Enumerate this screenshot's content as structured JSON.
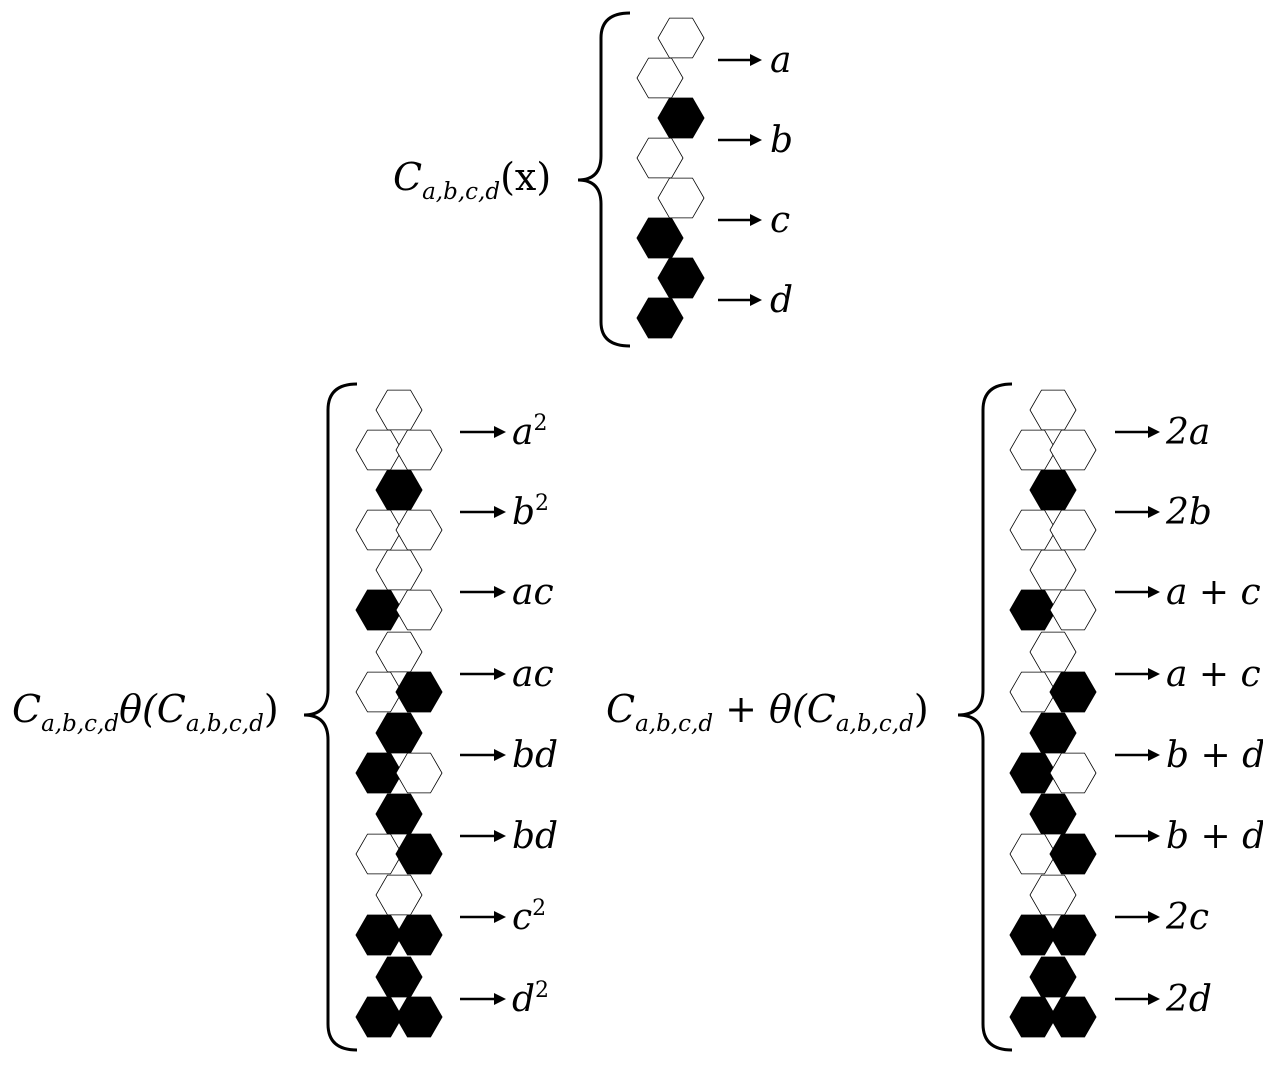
{
  "diagram": {
    "colors": {
      "filled": "#000000",
      "empty": "#ffffff",
      "stroke": "#000000"
    },
    "top_block": {
      "function_label": {
        "base": "C",
        "subscript": "a,b,c,d",
        "argument": "(x)"
      },
      "rows": [
        {
          "cells": [
            "empty",
            "empty"
          ],
          "result": "a"
        },
        {
          "cells": [
            "filled",
            "empty"
          ],
          "result": "b"
        },
        {
          "cells": [
            "empty",
            "filled"
          ],
          "result": "c"
        },
        {
          "cells": [
            "filled",
            "filled"
          ],
          "result": "d"
        }
      ]
    },
    "left_block": {
      "function_label": {
        "base": "C",
        "subscript": "a,b,c,d",
        "middle": "θ(C",
        "subscript2": "a,b,c,d",
        "tail": ")"
      },
      "rows": [
        {
          "cells": [
            "empty",
            "empty",
            "empty"
          ],
          "result": "a",
          "power": "2"
        },
        {
          "cells": [
            "filled",
            "empty",
            "empty"
          ],
          "result": "b",
          "power": "2"
        },
        {
          "cells": [
            "empty",
            "filled",
            "empty"
          ],
          "result": "ac",
          "power": ""
        },
        {
          "cells": [
            "empty",
            "empty",
            "filled"
          ],
          "result": "ac",
          "power": ""
        },
        {
          "cells": [
            "filled",
            "filled",
            "empty"
          ],
          "result": "bd",
          "power": ""
        },
        {
          "cells": [
            "filled",
            "empty",
            "filled"
          ],
          "result": "bd",
          "power": ""
        },
        {
          "cells": [
            "empty",
            "filled",
            "filled"
          ],
          "result": "c",
          "power": "2"
        },
        {
          "cells": [
            "filled",
            "filled",
            "filled"
          ],
          "result": "d",
          "power": "2"
        }
      ]
    },
    "right_block": {
      "function_label": {
        "base": "C",
        "subscript": "a,b,c,d",
        "middle": " + θ(C",
        "subscript2": "a,b,c,d",
        "tail": ")"
      },
      "rows": [
        {
          "cells": [
            "empty",
            "empty",
            "empty"
          ],
          "result": "2a"
        },
        {
          "cells": [
            "filled",
            "empty",
            "empty"
          ],
          "result": "2b"
        },
        {
          "cells": [
            "empty",
            "filled",
            "empty"
          ],
          "result": "a + c"
        },
        {
          "cells": [
            "empty",
            "empty",
            "filled"
          ],
          "result": "a + c"
        },
        {
          "cells": [
            "filled",
            "filled",
            "empty"
          ],
          "result": "b + d"
        },
        {
          "cells": [
            "filled",
            "empty",
            "filled"
          ],
          "result": "b + d"
        },
        {
          "cells": [
            "empty",
            "filled",
            "filled"
          ],
          "result": "2c"
        },
        {
          "cells": [
            "filled",
            "filled",
            "filled"
          ],
          "result": "2d"
        }
      ]
    }
  }
}
